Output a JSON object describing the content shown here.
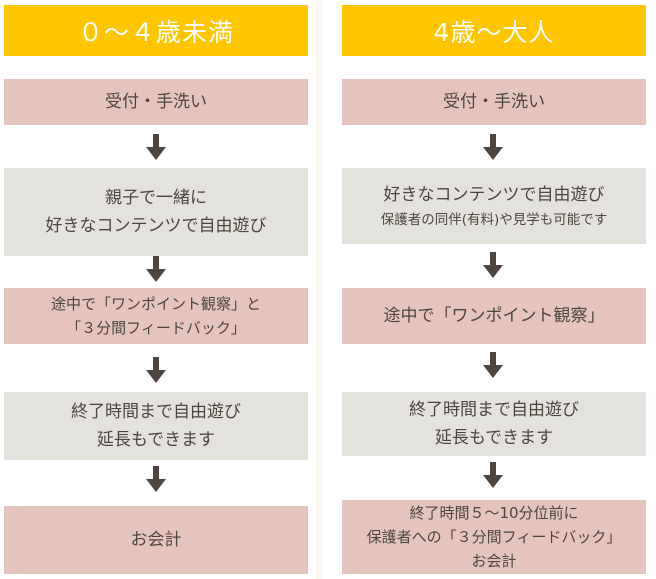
{
  "left": {
    "header": "０～４歳未満",
    "steps": [
      {
        "lines": [
          "受付・手洗い"
        ]
      },
      {
        "lines": [
          "親子で一緒に",
          "好きなコンテンツで自由遊び"
        ]
      },
      {
        "lines": [
          "途中で「ワンポイント観察」と",
          "「３分間フィードバック」"
        ]
      },
      {
        "lines": [
          "終了時間まで自由遊び",
          "延長もできます"
        ]
      },
      {
        "lines": [
          "お会計"
        ]
      }
    ]
  },
  "right": {
    "header": "4歳～大人",
    "steps": [
      {
        "lines": [
          "受付・手洗い"
        ]
      },
      {
        "lines": [
          "好きなコンテンツで自由遊び",
          "保護者の同伴(有料)や見学も可能です"
        ]
      },
      {
        "lines": [
          "途中で「ワンポイント観察」"
        ]
      },
      {
        "lines": [
          "終了時間まで自由遊び",
          "延長もできます"
        ]
      },
      {
        "lines": [
          "終了時間５～10分位前に",
          "保護者への「３分間フィードバック」",
          "お会計"
        ]
      }
    ]
  },
  "colors": {
    "header": "#ffc600",
    "pink_box": "#e6c4be",
    "gray_box": "#e4e2dc",
    "arrow": "#4e4540",
    "text": "#4e4540"
  }
}
